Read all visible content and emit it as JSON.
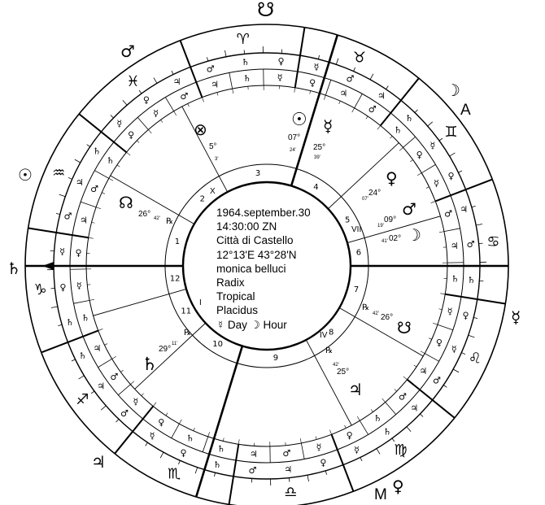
{
  "info": {
    "date": "1964.september.30",
    "time": "14:30:00 ZN",
    "place": "Città di Castello",
    "coords": "12°13'E  43°28'N",
    "name": "monica belluci",
    "chart_kind": "Radix",
    "zodiac": "Tropical",
    "house_system": "Placidus",
    "day_ruler": "☿ Day  ☽ Hour"
  },
  "angles": {
    "asc_label": "",
    "mc_label": "M",
    "a_label": "A"
  },
  "houses": {
    "numbers": [
      "1",
      "2",
      "3",
      "4",
      "5",
      "6",
      "7",
      "8",
      "9",
      "10",
      "11",
      "12"
    ],
    "roman": [
      "I",
      "IV",
      "VII",
      "X"
    ]
  },
  "signs": [
    "♑",
    "♒",
    "♓",
    "♈",
    "♉",
    "♊",
    "♋",
    "♌",
    "♍",
    "♎",
    "♏",
    "♐"
  ],
  "planet_labels": [
    {
      "glyph": "☉",
      "deg": "07°",
      "min": "24'"
    },
    {
      "glyph": "☿",
      "deg": "25°",
      "min": "39'"
    },
    {
      "glyph": "♀",
      "deg": "24°",
      "min": "07'"
    },
    {
      "glyph": "♂",
      "deg": "09°",
      "min": "19'"
    },
    {
      "glyph": "☽",
      "deg": "02°",
      "min": "41'"
    },
    {
      "glyph": "☊",
      "deg": "26°",
      "min": "42'"
    },
    {
      "glyph": "♃",
      "deg": "25°",
      "min": "42'"
    },
    {
      "glyph": "♄",
      "deg": "29°",
      "min": "11'"
    },
    {
      "glyph": "☋",
      "deg": "26°",
      "min": "42'"
    },
    {
      "glyph": "⊗",
      "deg": "5°",
      "min": "3'"
    }
  ],
  "outer_symbols": {
    "top": "☋",
    "mars_top": "♂",
    "moon_right": "☽",
    "sun_left": "☉",
    "saturn_left": "♄",
    "mercury_right": "☿",
    "jupiter_bottom": "♃",
    "venus_bottom": "♀"
  }
}
